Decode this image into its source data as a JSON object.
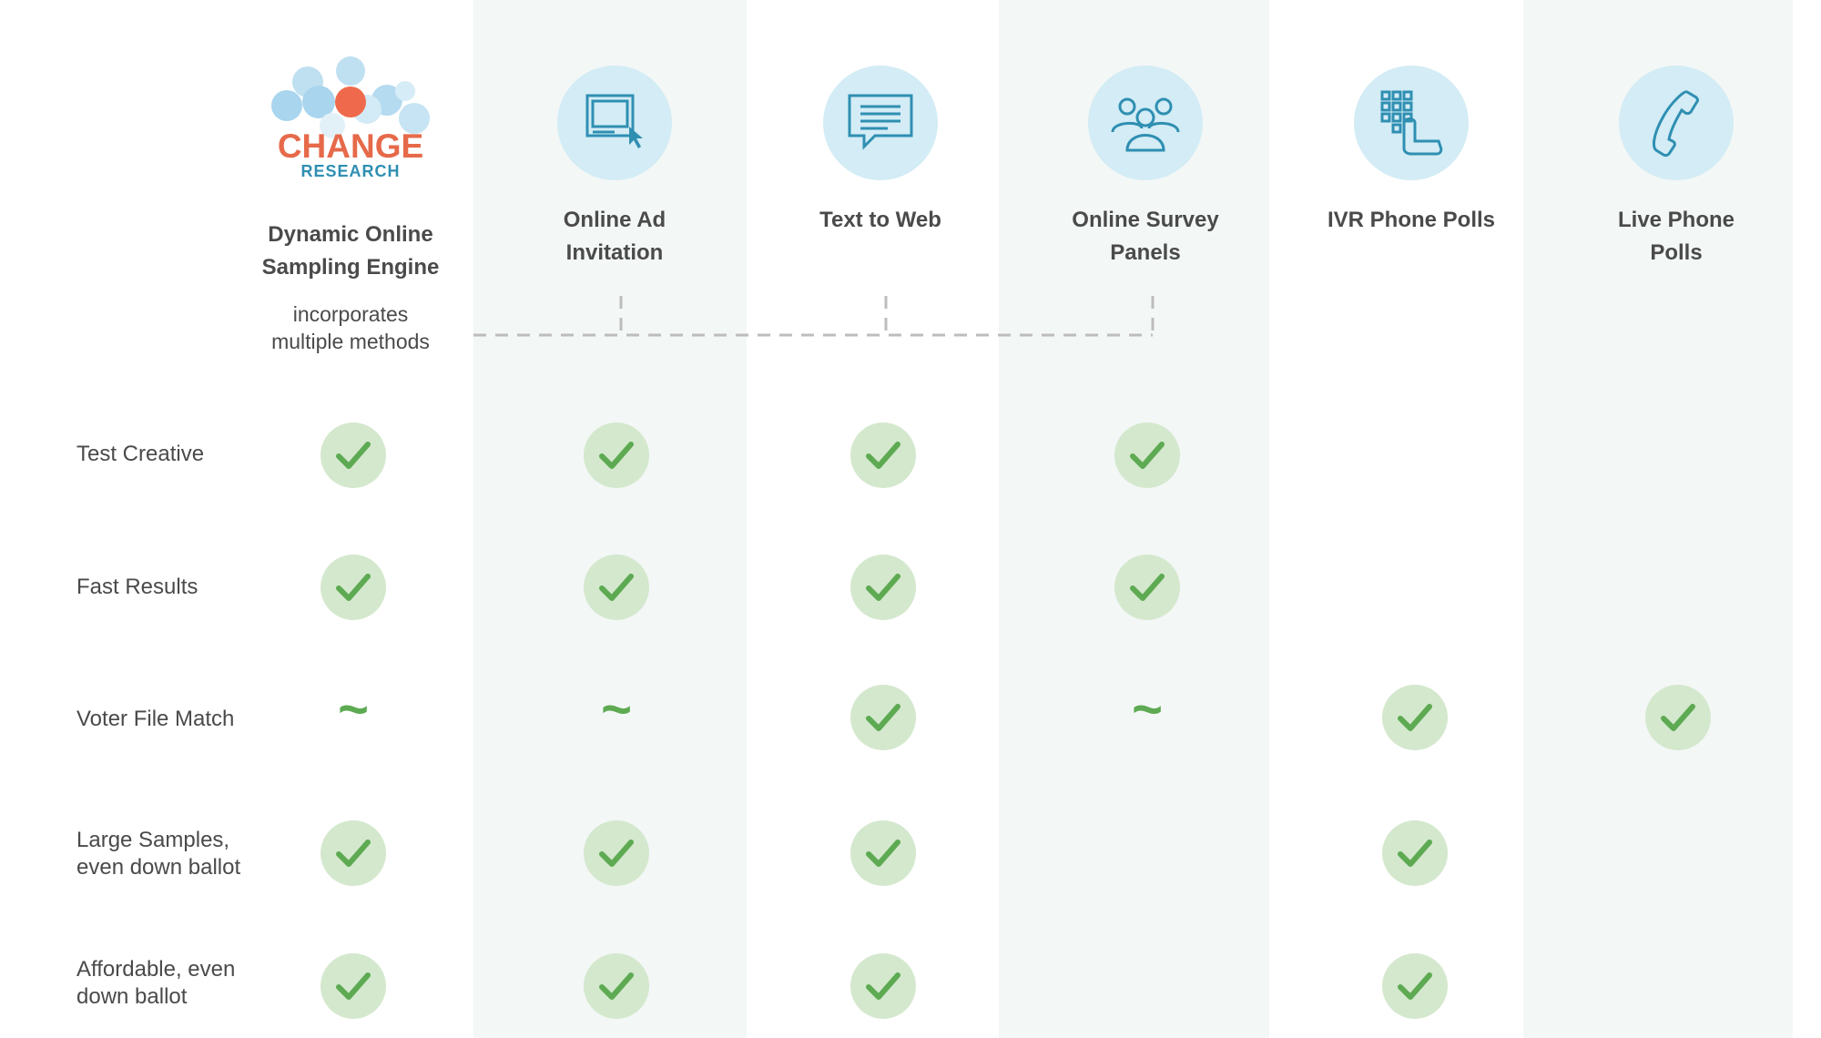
{
  "columns": [
    {
      "title": "Dynamic Online\nSampling Engine",
      "icon": "change-research-logo"
    },
    {
      "title": "Online Ad\nInvitation",
      "icon": "computer-cursor-icon"
    },
    {
      "title": "Text to Web",
      "icon": "message-bubble-icon"
    },
    {
      "title": "Online Survey\nPanels",
      "icon": "people-group-icon"
    },
    {
      "title": "IVR Phone Polls",
      "icon": "keypad-hand-icon"
    },
    {
      "title": "Live Phone\nPolls",
      "icon": "phone-handset-icon"
    }
  ],
  "logo": {
    "line1": "CHANGE",
    "line2": "RESEARCH"
  },
  "note": "incorporates\nmultiple methods",
  "rows": [
    {
      "label": "Test Creative",
      "marks": [
        "check",
        "check",
        "check",
        "check",
        "",
        ""
      ]
    },
    {
      "label": "Fast Results",
      "marks": [
        "check",
        "check",
        "check",
        "check",
        "",
        ""
      ]
    },
    {
      "label": "Voter File Match",
      "marks": [
        "partial",
        "partial",
        "check",
        "partial",
        "check",
        "check"
      ]
    },
    {
      "label": "Large Samples,\neven down ballot",
      "marks": [
        "check",
        "check",
        "check",
        "",
        "check",
        ""
      ]
    },
    {
      "label": "Affordable, even\ndown ballot",
      "marks": [
        "check",
        "check",
        "check",
        "",
        "check",
        ""
      ]
    }
  ],
  "symbols": {
    "partial": "~"
  },
  "colors": {
    "icon_circle": "#d3ecf5",
    "icon_stroke": "#2f8fb2",
    "check_circle": "#d4e8cd",
    "check": "#5daa52",
    "band": "#f3f7f6",
    "logo_orange": "#e66a4a",
    "logo_blue": "#2f8fb2"
  }
}
